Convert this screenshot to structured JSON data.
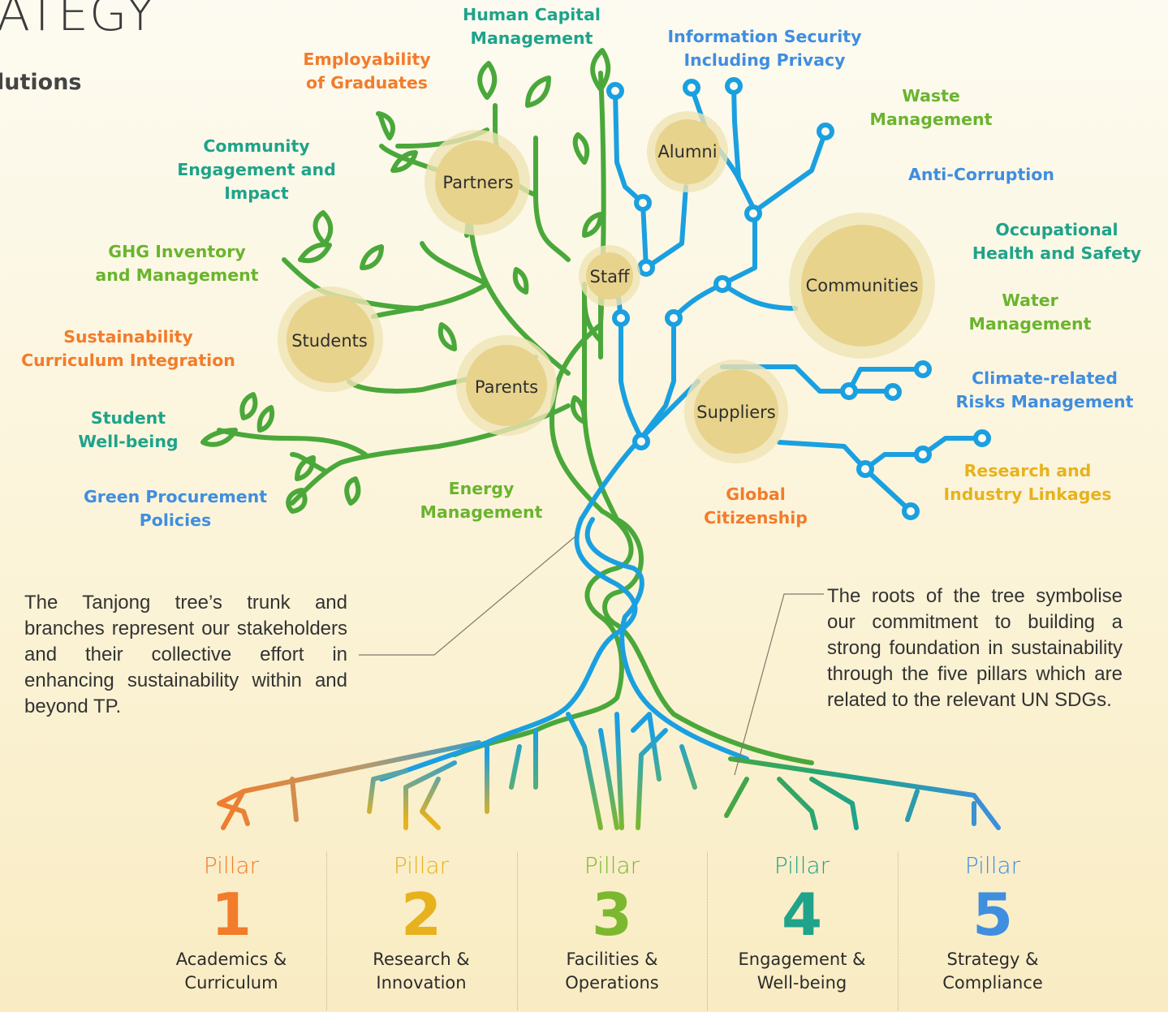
{
  "header": {
    "title": "ATEGY",
    "subtitle": "lutions"
  },
  "topics": [
    {
      "id": "human-capital",
      "lines": [
        "Human Capital",
        "Management"
      ],
      "color": "#1fa38a"
    },
    {
      "id": "info-security",
      "lines": [
        "Information Security",
        "Including Privacy"
      ],
      "color": "#3f8ee0"
    },
    {
      "id": "employability",
      "lines": [
        "Employability",
        "of Graduates"
      ],
      "color": "#f27c2b"
    },
    {
      "id": "waste",
      "lines": [
        "Waste",
        "Management"
      ],
      "color": "#6ab42e"
    },
    {
      "id": "community",
      "lines": [
        "Community",
        "Engagement and",
        "Impact"
      ],
      "color": "#1fa38a"
    },
    {
      "id": "anti-corruption",
      "lines": [
        "Anti-Corruption"
      ],
      "color": "#3f8ee0"
    },
    {
      "id": "ghg",
      "lines": [
        "GHG Inventory",
        "and Management"
      ],
      "color": "#6ab42e"
    },
    {
      "id": "ohs",
      "lines": [
        "Occupational",
        "Health and Safety"
      ],
      "color": "#1fa38a"
    },
    {
      "id": "water",
      "lines": [
        "Water",
        "Management"
      ],
      "color": "#6ab42e"
    },
    {
      "id": "curriculum",
      "lines": [
        "Sustainability",
        "Curriculum Integration"
      ],
      "color": "#f27c2b"
    },
    {
      "id": "climate",
      "lines": [
        "Climate-related",
        "Risks Management"
      ],
      "color": "#3f8ee0"
    },
    {
      "id": "wellbeing",
      "lines": [
        "Student",
        "Well-being"
      ],
      "color": "#1fa38a"
    },
    {
      "id": "research-linkages",
      "lines": [
        "Research and",
        "Industry Linkages"
      ],
      "color": "#e7b21d"
    },
    {
      "id": "green-procurement",
      "lines": [
        "Green Procurement",
        "Policies"
      ],
      "color": "#3f8ee0"
    },
    {
      "id": "energy",
      "lines": [
        "Energy",
        "Management"
      ],
      "color": "#6ab42e"
    },
    {
      "id": "global-citizenship",
      "lines": [
        "Global",
        "Citizenship"
      ],
      "color": "#f27c2b"
    }
  ],
  "stakeholders": [
    "Partners",
    "Alumni",
    "Staff",
    "Communities",
    "Students",
    "Parents",
    "Suppliers"
  ],
  "notes": {
    "trunk": "The Tanjong tree’s trunk and branches represent our stakeholders and their collective effort in enhancing sustainability within and beyond TP.",
    "roots": "The roots of the tree symbolise our commitment to building a strong foundation in sustainability through the five pillars which are related to the relevant UN SDGs."
  },
  "pillars": [
    {
      "label": "Pillar",
      "number": "1",
      "title": [
        "Academics &",
        "Curriculum"
      ],
      "color": "#f27c2b"
    },
    {
      "label": "Pillar",
      "number": "2",
      "title": [
        "Research &",
        "Innovation"
      ],
      "color": "#e7b21d"
    },
    {
      "label": "Pillar",
      "number": "3",
      "title": [
        "Facilities &",
        "Operations"
      ],
      "color": "#7cb82f"
    },
    {
      "label": "Pillar",
      "number": "4",
      "title": [
        "Engagement &",
        "Well-being"
      ],
      "color": "#1fa38a"
    },
    {
      "label": "Pillar",
      "number": "5",
      "title": [
        "Strategy &",
        "Compliance"
      ],
      "color": "#3f8ee0"
    }
  ],
  "colors": {
    "green_branch": "#4aa83a",
    "blue_branch": "#1aa0e0",
    "circle_fill": "#e8d38c",
    "circle_halo": "#efe3b4",
    "text": "#333333"
  }
}
